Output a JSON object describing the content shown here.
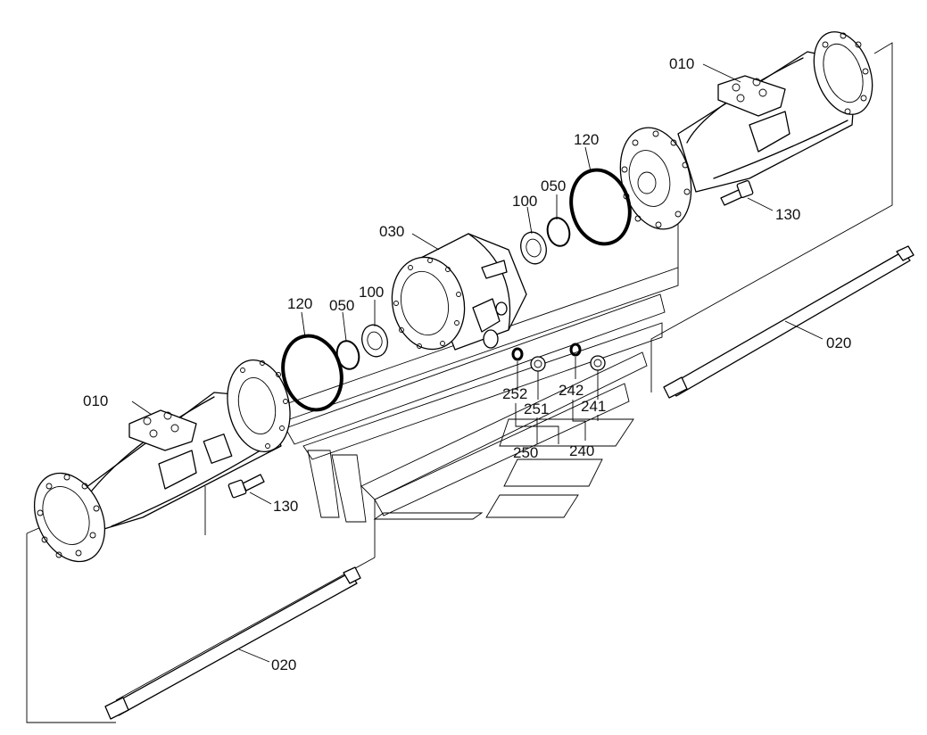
{
  "callouts": [
    {
      "id": "lbl-010-right",
      "text": "010"
    },
    {
      "id": "lbl-120-right",
      "text": "120"
    },
    {
      "id": "lbl-050-right",
      "text": "050"
    },
    {
      "id": "lbl-100-right",
      "text": "100"
    },
    {
      "id": "lbl-130-right",
      "text": "130"
    },
    {
      "id": "lbl-030",
      "text": "030"
    },
    {
      "id": "lbl-120-left",
      "text": "120"
    },
    {
      "id": "lbl-050-left",
      "text": "050"
    },
    {
      "id": "lbl-100-left",
      "text": "100"
    },
    {
      "id": "lbl-020-right",
      "text": "020"
    },
    {
      "id": "lbl-252",
      "text": "252"
    },
    {
      "id": "lbl-242",
      "text": "242"
    },
    {
      "id": "lbl-251",
      "text": "251"
    },
    {
      "id": "lbl-241",
      "text": "241"
    },
    {
      "id": "lbl-250",
      "text": "250"
    },
    {
      "id": "lbl-240",
      "text": "240"
    },
    {
      "id": "lbl-010-left",
      "text": "010"
    },
    {
      "id": "lbl-130-left",
      "text": "130"
    },
    {
      "id": "lbl-020-left",
      "text": "020"
    }
  ]
}
